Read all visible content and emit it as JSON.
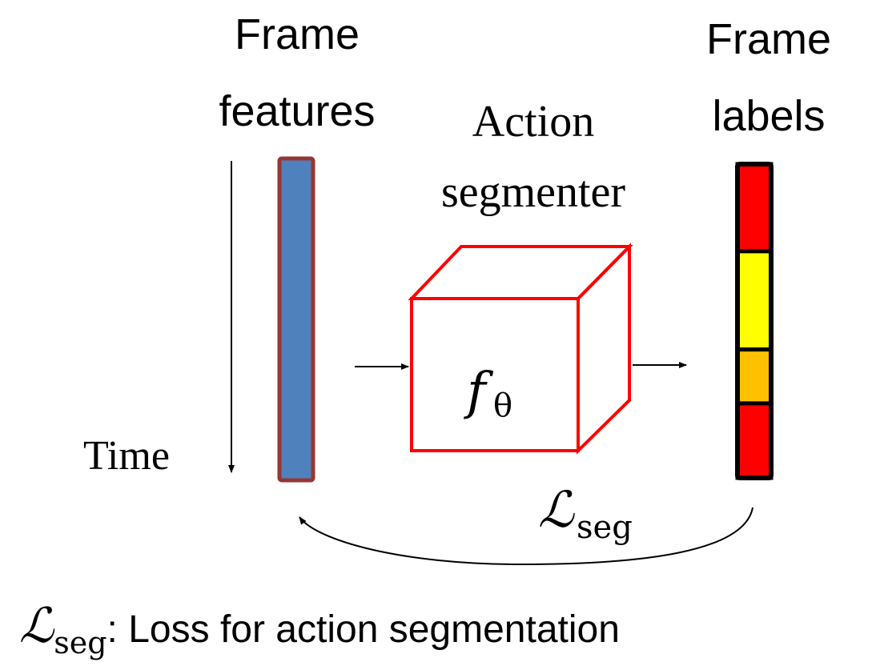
{
  "labels": {
    "frame_features": [
      "Frame",
      "features"
    ],
    "action_segmenter": [
      "Action",
      "segmenter"
    ],
    "frame_labels": [
      "Frame",
      "labels"
    ],
    "time": "Time",
    "function_symbol": "f",
    "function_subscript": "θ",
    "loss_symbol": "ℒ",
    "loss_subscript": "seg",
    "caption_symbol": "ℒ",
    "caption_subscript": "seg",
    "caption_text": ": Loss for action segmentation"
  },
  "colors": {
    "feature_fill": "#4f81bd",
    "feature_border": "#953735",
    "segmenter_stroke": "#ff0000",
    "label_segments": [
      "#ff0000",
      "#ffff00",
      "#ffc000",
      "#ff0000"
    ],
    "label_border": "#000000"
  },
  "frame_label_segments": [
    {
      "color": "#ff0000",
      "share": 0.2778
    },
    {
      "color": "#ffff00",
      "share": 0.3131
    },
    {
      "color": "#ffc000",
      "share": 0.1717
    },
    {
      "color": "#ff0000",
      "share": 0.2374
    }
  ]
}
